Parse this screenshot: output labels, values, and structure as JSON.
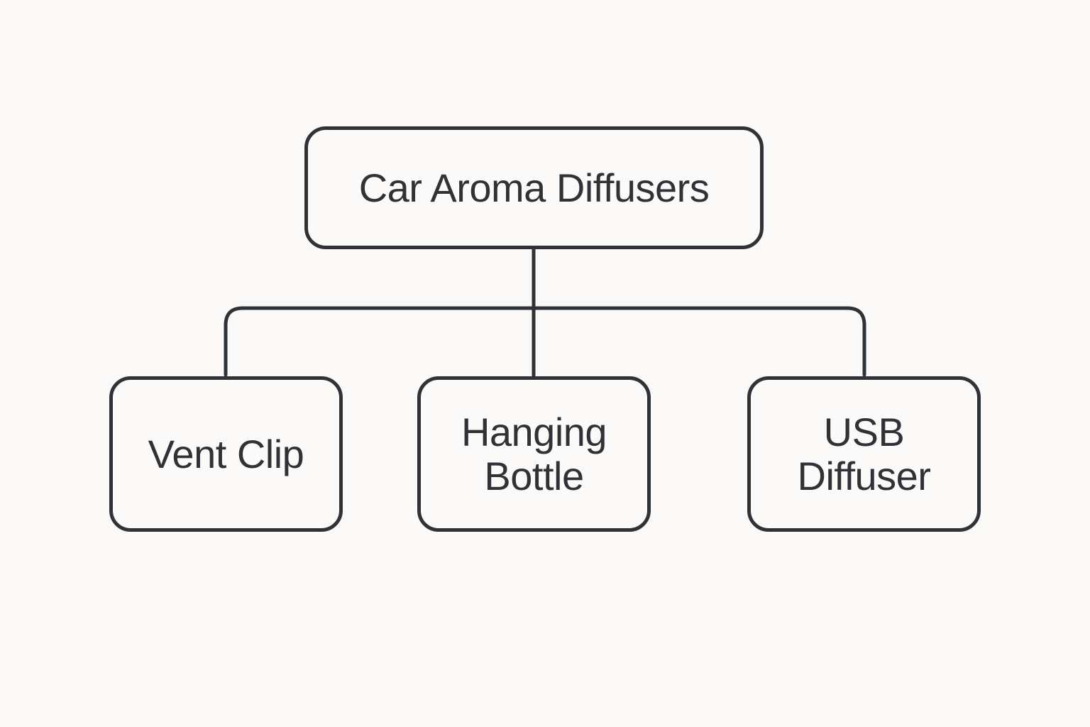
{
  "diagram": {
    "root": {
      "label": "Car Aroma Diffusers"
    },
    "children": [
      {
        "label": "Vent Clip"
      },
      {
        "label": "Hanging\nBottle"
      },
      {
        "label": "USB\nDiffuser"
      }
    ]
  },
  "colors": {
    "background": "#faf9f7",
    "stroke": "#2f3237",
    "text": "#2f3237"
  }
}
